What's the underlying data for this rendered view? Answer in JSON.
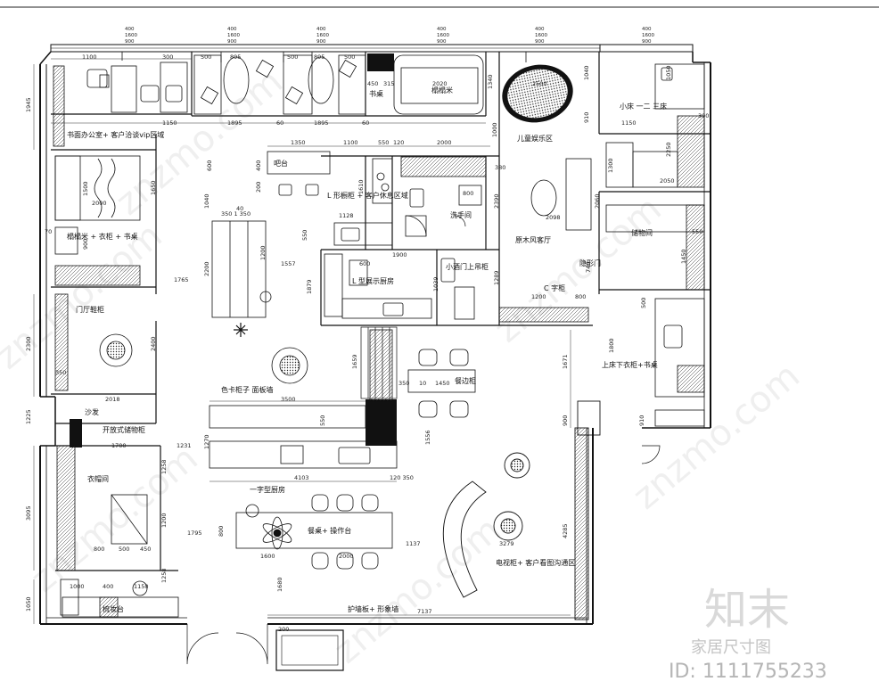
{
  "top_specs": [
    {
      "lines": [
        "400",
        "1600",
        "900"
      ]
    },
    {
      "lines": [
        "400",
        "1600",
        "900"
      ]
    },
    {
      "lines": [
        "400",
        "1600",
        "900"
      ]
    },
    {
      "lines": [
        "400",
        "1600",
        "900"
      ]
    },
    {
      "lines": [
        "400",
        "1600",
        "900"
      ]
    },
    {
      "lines": [
        "400",
        "1600",
        "900"
      ]
    }
  ],
  "rooms": {
    "vip_office": "书面办公室+ 客户洽谈vip区域",
    "bar_counter": "吧台",
    "customer_rest": "L 形橱柜 + 客户休息区域",
    "kids_area": "儿童娱乐区",
    "small_bed": "小床 一二 三床",
    "bedroom": "榻榻米 + 衣柜 + 书桌",
    "study": "书桌",
    "tatami": "榻榻米",
    "washroom": "洗手间",
    "log_living": "原木风客厅",
    "storage": "储物间",
    "entry_cabinet": "门厅鞋柜",
    "l_kitchen": "L 型展示厨房",
    "c_cabinet": "C 字柜",
    "bunk_desk": "上床下衣柜+书桌",
    "sofa": "沙发",
    "open_storage": "开放式储物柜",
    "display_wall": "色卡柜子 面板墙",
    "dining": "餐边柜",
    "linear_kitchen": "一字型厨房",
    "wardrobe": "衣帽间",
    "dining_table": "餐桌+ 操作台",
    "tv_wall": "电视柜+ 客户看图沟通区",
    "wash_basin": "梳妆台",
    "guard_wall": "护墙板+ 形象墙",
    "shoe_door": "隐形门",
    "small_door": "小酒门上吊柜"
  },
  "dims": {
    "d1100": "1100",
    "d300a": "300",
    "d500a": "500",
    "d895a": "895",
    "d500b": "500",
    "d895b": "895",
    "d500c": "500",
    "d450": "450",
    "d315": "315",
    "d2020": "2020",
    "d1340": "1340",
    "d2500": "2500",
    "d1040": "1040",
    "d1050": "1050",
    "d1945": "1945",
    "d1150a": "1150",
    "d1895a": "1895",
    "d60": "60",
    "d1895b": "1895",
    "d60b": "60",
    "d1150b": "1150",
    "d300c": "300",
    "d910": "910",
    "d2250": "2250",
    "d1350": "1350",
    "d1100b": "1100",
    "d550": "550",
    "d120": "120",
    "d2000": "2000",
    "d1000": "1000",
    "d400": "400",
    "d600": "600",
    "d200": "200",
    "d1610": "1610",
    "d1128": "1128",
    "d800": "800",
    "d380": "380",
    "d2390": "2390",
    "d2098": "2098",
    "d1300": "1300",
    "d2050": "2050",
    "d2060": "2060",
    "d1500": "1500",
    "d1650": "1650",
    "d2000b": "2000",
    "d1040b": "1040",
    "d3504": "350 1 350",
    "d40": "40",
    "d550b": "550",
    "d1200": "1200",
    "d1557": "1557",
    "d1900": "1900",
    "d1289": "1289",
    "d740": "740",
    "d1450": "1450",
    "d550c": "550",
    "d70": "70",
    "d900": "900",
    "d1765": "1765",
    "d2200": "2200",
    "d1879": "1879",
    "d1039": "1039",
    "d1200b": "1200",
    "d800b": "800",
    "d500d": "500",
    "d2300": "2300",
    "d2400": "2400",
    "d350": "350",
    "d1671": "1671",
    "d1659": "1659",
    "d350b": "350",
    "d10": "10",
    "d1450b": "1450",
    "d2018": "2018",
    "d3500": "3500",
    "d550d": "550",
    "d1225": "1225",
    "d1700": "1700",
    "d1231": "1231",
    "d1270": "1270",
    "d1556": "1556",
    "d900b": "900",
    "d910b": "910",
    "d1258": "1258",
    "d4103": "4103",
    "d120350": "120 350",
    "d3095": "3095",
    "d1200c": "1200",
    "d1795": "1795",
    "d1137": "1137",
    "d4285": "4285",
    "d800c": "800",
    "d500e": "500",
    "d450b": "450",
    "d1600": "1600",
    "d2000c": "2000",
    "d1258b": "1258",
    "d1680": "1680",
    "d1050b": "1050",
    "d1000b": "1000",
    "d400b": "400",
    "d1150c": "1150",
    "d7137": "7137",
    "d3279": "3279",
    "d200b": "200",
    "d1800": "1800",
    "d600b": "600"
  },
  "watermark": {
    "logo_cn": "知末",
    "caption": "家居尺寸图",
    "id_text": "ID: 1111755233",
    "site": "znzmo.com"
  }
}
